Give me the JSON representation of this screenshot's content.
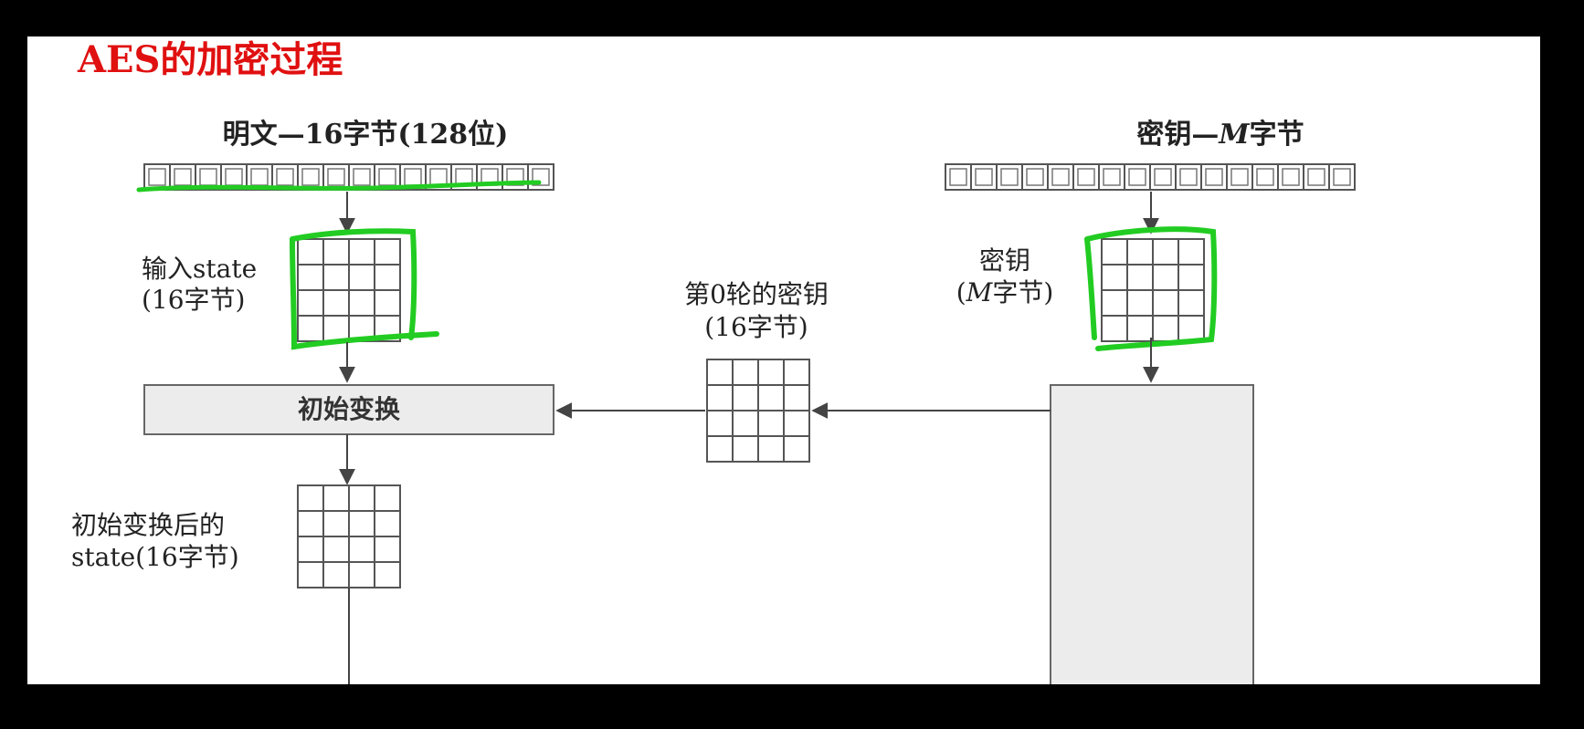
{
  "slide": {
    "title_fragment": "AES的加密过程"
  },
  "diagram": {
    "plaintext": {
      "label": "明文—16字节(128位)",
      "cells": 16
    },
    "key": {
      "label_prefix": "密钥—",
      "label_var": "M",
      "label_suffix": "字节",
      "cells": 16
    },
    "input_state": {
      "label_line1": "输入state",
      "label_line2": "(16字节)"
    },
    "key_matrix": {
      "label_line1": "密钥",
      "label_line2_var": "M",
      "label_line2_suffix": "字节)",
      "label_line2_prefix": "("
    },
    "round0_key": {
      "label_line1": "第0轮的密钥",
      "label_line2": "(16字节)"
    },
    "initial_transform": {
      "label": "初始变换"
    },
    "after_state": {
      "label_line1": "初始变换后的",
      "label_line2": "state(16字节)"
    },
    "annotation_color": "#22cc22",
    "arrow_color": "#444444",
    "box_fill": "#ececec"
  }
}
